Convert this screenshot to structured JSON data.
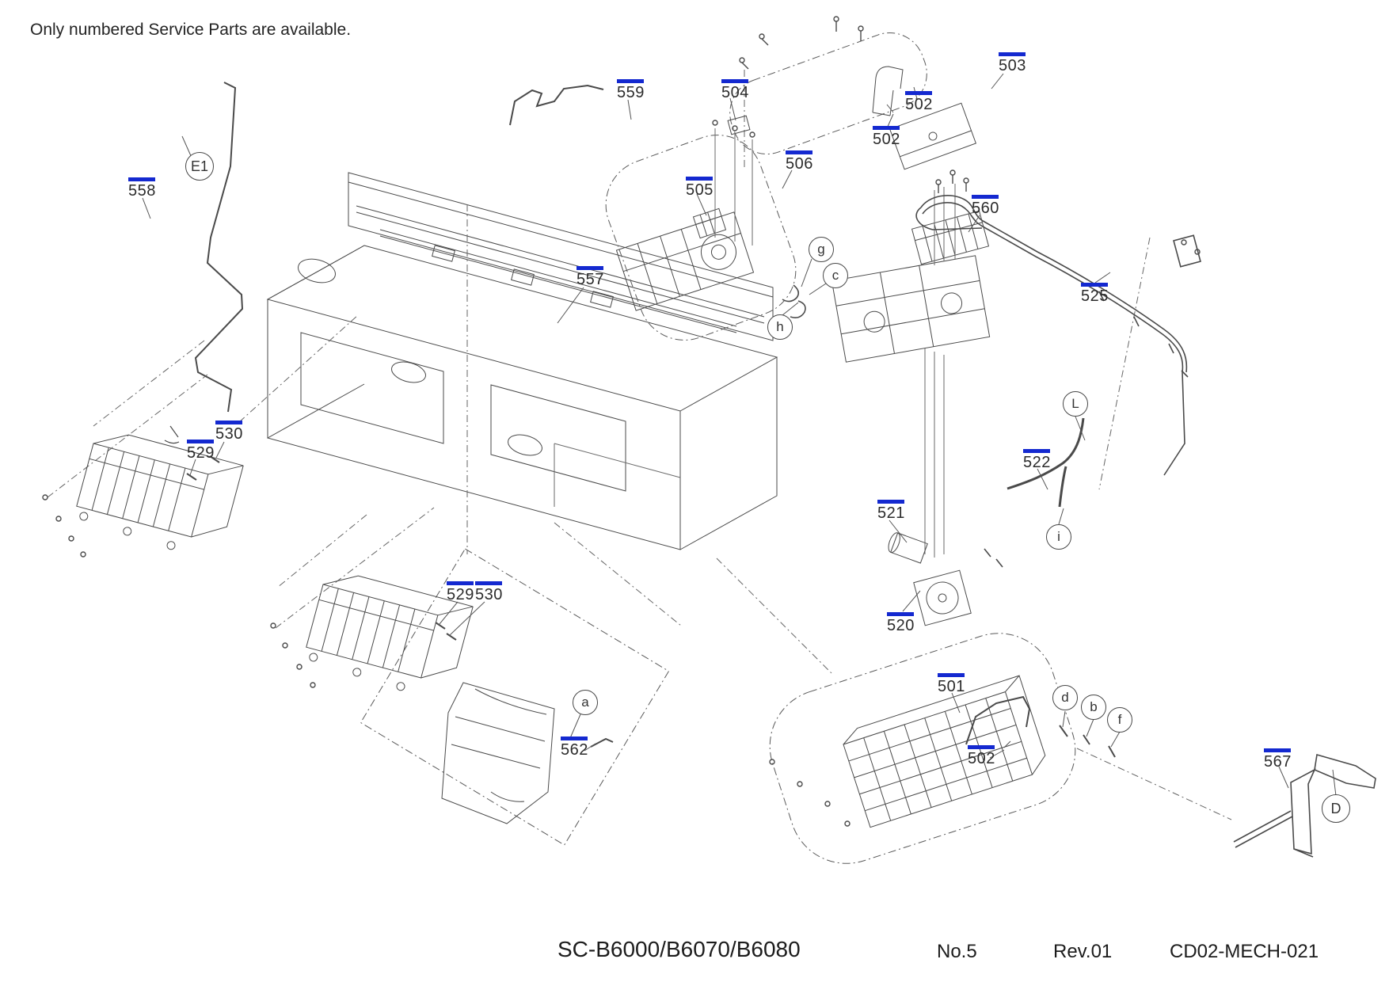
{
  "notice": "Only numbered Service Parts are available.",
  "footer": {
    "model": "SC-B6000/B6070/B6080",
    "sheet": "No.5",
    "revision": "Rev.01",
    "doc_code": "CD02-MECH-021"
  },
  "colors": {
    "accent_blue": "#1429d0",
    "line_art": "#4a4a4a",
    "text": "#232323"
  },
  "part_labels": [
    {
      "text": "558"
    },
    {
      "text": "559"
    },
    {
      "text": "504"
    },
    {
      "text": "505"
    },
    {
      "text": "506"
    },
    {
      "text": "502"
    },
    {
      "text": "502"
    },
    {
      "text": "503"
    },
    {
      "text": "560"
    },
    {
      "text": "525"
    },
    {
      "text": "557"
    },
    {
      "text": "530"
    },
    {
      "text": "529"
    },
    {
      "text": "529"
    },
    {
      "text": "530"
    },
    {
      "text": "521"
    },
    {
      "text": "522"
    },
    {
      "text": "520"
    },
    {
      "text": "501"
    },
    {
      "text": "502"
    },
    {
      "text": "562"
    },
    {
      "text": "567"
    }
  ],
  "ref_circles": [
    {
      "text": "E1"
    },
    {
      "text": "g"
    },
    {
      "text": "c"
    },
    {
      "text": "h"
    },
    {
      "text": "L"
    },
    {
      "text": "i"
    },
    {
      "text": "a"
    },
    {
      "text": "d"
    },
    {
      "text": "b"
    },
    {
      "text": "f"
    },
    {
      "text": "D"
    }
  ]
}
